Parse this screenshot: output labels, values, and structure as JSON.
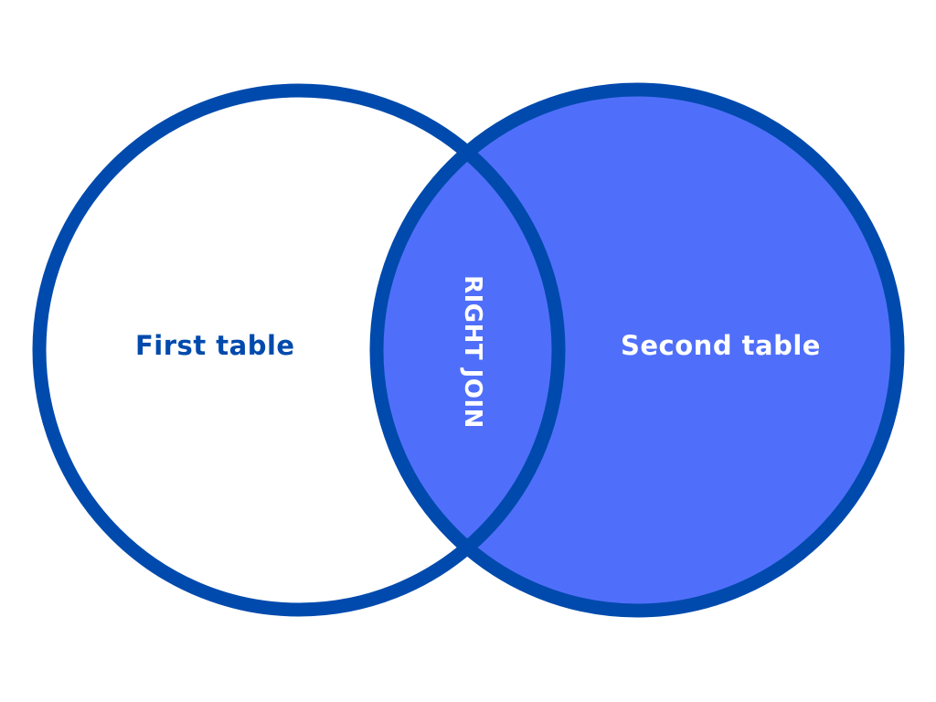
{
  "diagram": {
    "left_set": {
      "label": "First table",
      "filled": false
    },
    "right_set": {
      "label": "Second table",
      "filled": true
    },
    "intersection": {
      "label": "RIGHT JOIN",
      "filled": true
    }
  },
  "colors": {
    "stroke": "#004aad",
    "fill": "#4f6ffa",
    "background": "#ffffff",
    "left_text": "#004aad",
    "fill_text": "#ffffff"
  }
}
